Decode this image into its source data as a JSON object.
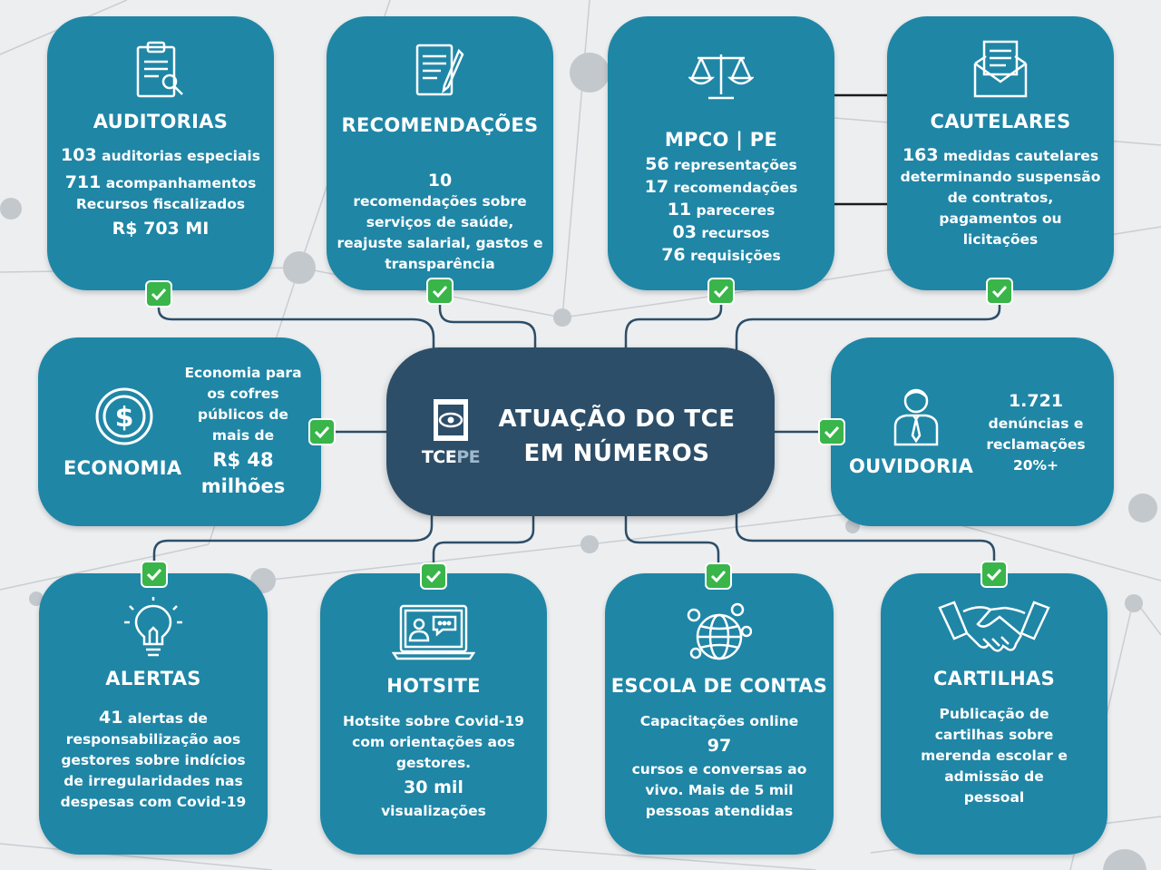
{
  "center": {
    "title_line1": "ATUAÇÃO DO TCE",
    "title_line2": "EM NÚMEROS",
    "logo_tce": "TCE",
    "logo_pe": "PE"
  },
  "cards": {
    "auditorias": {
      "title": "AUDITORIAS",
      "num1": "103",
      "text1": "auditorias especiais",
      "num2": "711",
      "text2": "acompanhamentos",
      "line3": "Recursos fiscalizados",
      "line4": "R$ 703 MI",
      "icon": "clipboard-search-icon"
    },
    "recomendacoes": {
      "title": "RECOMENDAÇÕES",
      "num": "10",
      "line1": "recomendações sobre",
      "line2": "serviços de saúde,",
      "line3": "reajuste salarial, gastos e",
      "line4": "transparência",
      "icon": "document-pen-icon"
    },
    "mpco": {
      "title": "MPCO | PE",
      "num1": "56",
      "text1": "representações",
      "num2": "17",
      "text2": "recomendações",
      "num3": "11",
      "text3": "pareceres",
      "num4": "03",
      "text4": "recursos",
      "num5": "76",
      "text5": "requisições",
      "icon": "scales-icon"
    },
    "cautelares": {
      "title": "CAUTELARES",
      "num": "163",
      "text": "medidas cautelares",
      "line2": "determinando suspensão",
      "line3": "de contratos,",
      "line4": "pagamentos ou",
      "line5": "licitações",
      "icon": "envelope-icon"
    },
    "economia": {
      "title": "ECONOMIA",
      "line1": "Economia para",
      "line2": "os cofres",
      "line3": "públicos de",
      "line4": "mais de",
      "line5": "R$ 48",
      "line6": "milhões",
      "icon": "dollar-coin-icon"
    },
    "ouvidoria": {
      "title": "OUVIDORIA",
      "num": "1.721",
      "line1": "denúncias e",
      "line2": "reclamações",
      "line3": "20%+",
      "icon": "person-tie-icon"
    },
    "alertas": {
      "title": "ALERTAS",
      "num": "41",
      "text": "alertas de",
      "line2": "responsabilização aos",
      "line3": "gestores sobre indícios",
      "line4": "de irregularidades nas",
      "line5": "despesas com Covid-19",
      "icon": "lightbulb-icon"
    },
    "hotsite": {
      "title": "HOTSITE",
      "line1": "Hotsite sobre Covid-19",
      "line2": "com orientações aos",
      "line3": "gestores.",
      "line4": "30 mil",
      "line5": "visualizações",
      "icon": "laptop-chat-icon"
    },
    "escola": {
      "title": "ESCOLA DE CONTAS",
      "line1": "Capacitações online",
      "num": "97",
      "line2": "cursos e conversas ao",
      "line3": "vivo. Mais de 5 mil",
      "line4": "pessoas atendidas",
      "icon": "globe-people-icon"
    },
    "cartilhas": {
      "title": "CARTILHAS",
      "line1": "Publicação de",
      "line2": "cartilhas sobre",
      "line3": "merenda escolar e",
      "line4": "admissão de",
      "line5": "pessoal",
      "icon": "handshake-icon"
    }
  },
  "colors": {
    "card": "#1f86a6",
    "center": "#2d4e68",
    "check": "#39b54a",
    "background": "#eceef0",
    "connector": "#2d4e68"
  }
}
